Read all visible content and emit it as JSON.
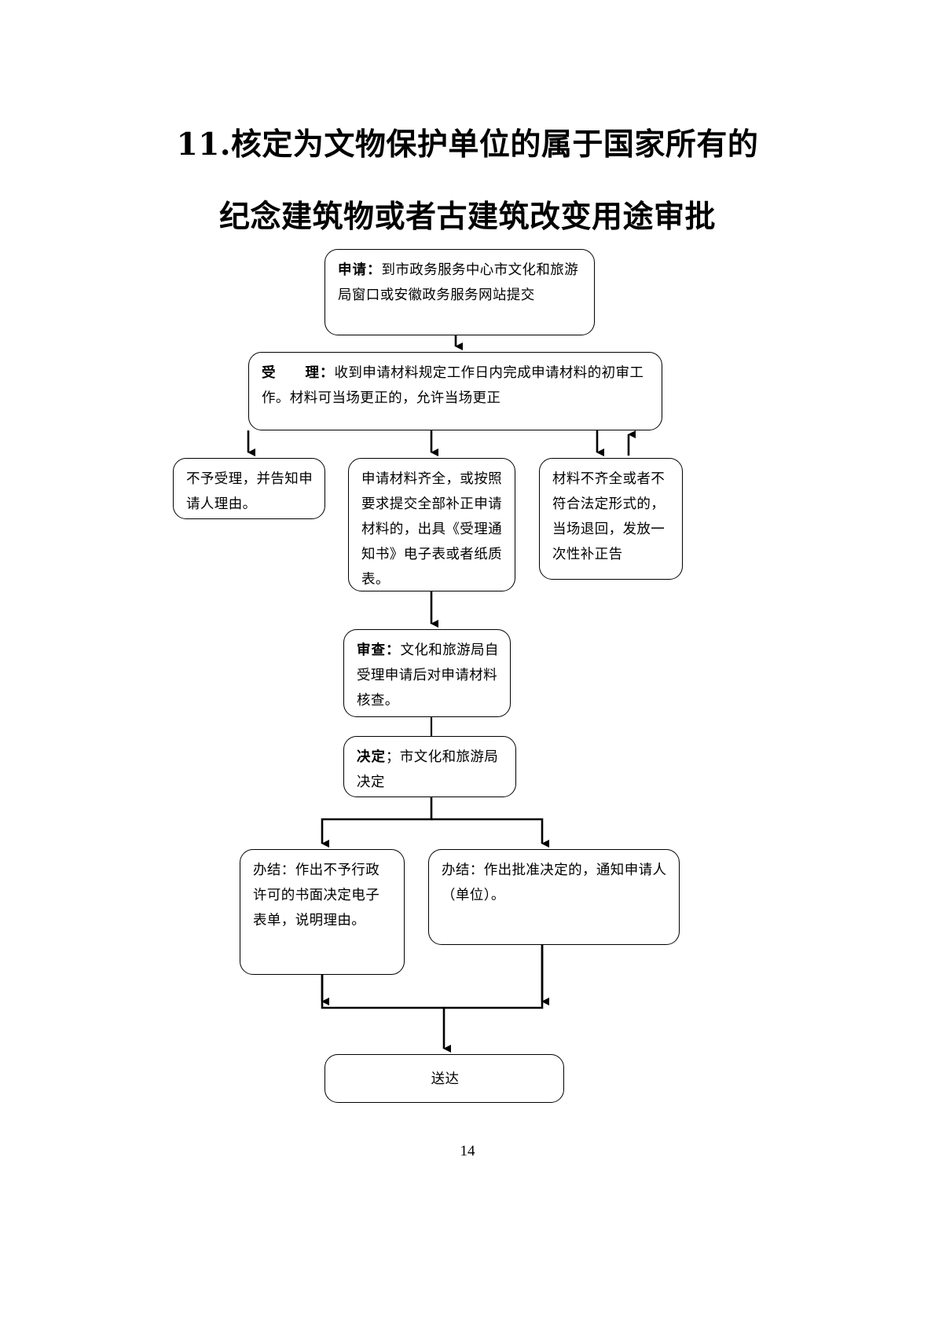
{
  "document": {
    "title_lines": [
      "11.核定为文物保护单位的属于国家所有的",
      "纪念建筑物或者古建筑改变用途审批"
    ],
    "page_number": "14"
  },
  "flowchart": {
    "type": "process-flow",
    "nodes": [
      {
        "id": "apply",
        "lead": "申请：",
        "body": "到市政务服务中心市文化和旅游局窗口或安徽政务服务网站提交"
      },
      {
        "id": "accept",
        "lead": "受　　理：",
        "body": "收到申请材料规定工作日内完成申请材料的初审工作。材料可当场更正的，允许当场更正"
      },
      {
        "id": "reject",
        "lead": "",
        "body": "不予受理，并告知申请人理由。"
      },
      {
        "id": "complete",
        "lead": "",
        "body": "申请材料齐全，或按照要求提交全部补正申请材料的，出具《受理通知书》电子表或者纸质表。"
      },
      {
        "id": "incomplete",
        "lead": "",
        "body": "材料不齐全或者不符合法定形式的，当场退回，发放一次性补正告"
      },
      {
        "id": "review",
        "lead": "审查：",
        "body": "文化和旅游局自受理申请后对申请材料核查。"
      },
      {
        "id": "decide",
        "lead": "决定",
        "body": "；市文化和旅游局决定"
      },
      {
        "id": "deny",
        "lead": "",
        "body": "办结：作出不予行政许可的书面决定电子表单，说明理由。"
      },
      {
        "id": "approve",
        "lead": "",
        "body": "办结：作出批准决定的，通知申请人（单位）。"
      },
      {
        "id": "delivery",
        "lead": "",
        "body": "送达"
      }
    ],
    "edges": [
      {
        "from": "apply",
        "to": "accept",
        "kind": "arrow-down"
      },
      {
        "from": "accept",
        "to": "reject",
        "kind": "arrow-down"
      },
      {
        "from": "accept",
        "to": "complete",
        "kind": "arrow-down"
      },
      {
        "from": "accept",
        "to": "incomplete",
        "kind": "arrow-down"
      },
      {
        "from": "incomplete",
        "to": "accept",
        "kind": "arrow-up-return"
      },
      {
        "from": "complete",
        "to": "review",
        "kind": "arrow-down"
      },
      {
        "from": "review",
        "to": "decide",
        "kind": "line-down"
      },
      {
        "from": "decide",
        "to": "deny",
        "kind": "arrow-down-branch"
      },
      {
        "from": "decide",
        "to": "approve",
        "kind": "arrow-down-branch"
      },
      {
        "from": "deny",
        "to": "delivery",
        "kind": "arrow-down-merge"
      },
      {
        "from": "approve",
        "to": "delivery",
        "kind": "arrow-down-merge"
      }
    ],
    "style": {
      "box_border_color": "#000000",
      "box_fill": "#ffffff",
      "connector_color": "#000000"
    }
  }
}
